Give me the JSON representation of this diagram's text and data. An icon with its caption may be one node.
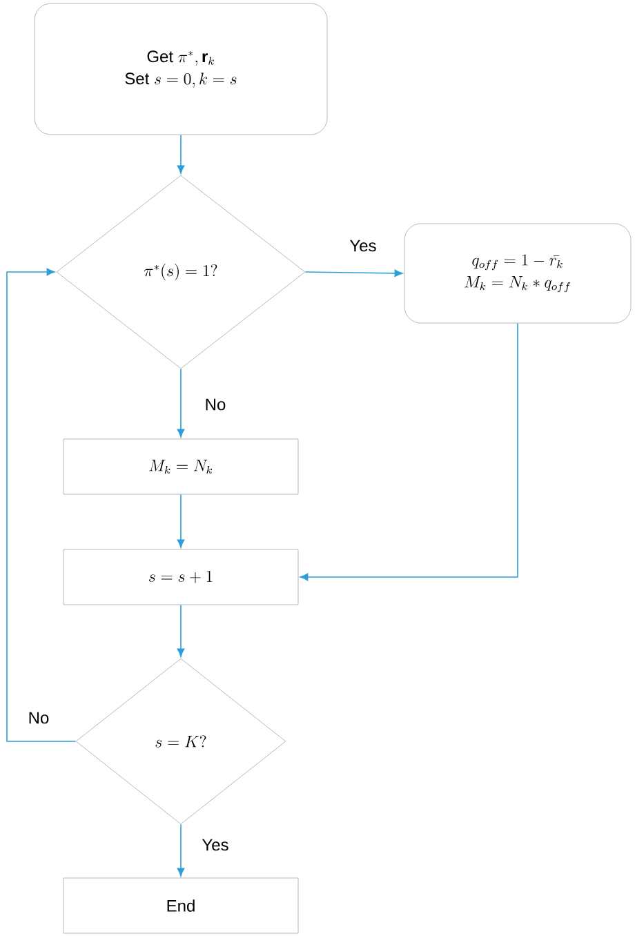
{
  "diagram": {
    "nodes": [
      {
        "text": [
          "\\text{Get } \\pi^{*}, \\mathbf{r}_k",
          "\\text{Set } s = 0, k = s"
        ]
      },
      {
        "text": [
          "\\pi^{*}(s) = 1?"
        ]
      },
      {
        "text": [
          "q_{off} = 1 - \\bar{r_k}",
          "M_k = N_k * q_{off}"
        ]
      },
      {
        "text": [
          "M_k = N_k"
        ]
      },
      {
        "text": [
          "s = s + 1"
        ]
      },
      {
        "text": [
          "s = K?"
        ]
      },
      {
        "text": [
          "End"
        ]
      }
    ],
    "edges": [
      {
        "from": 0,
        "to": 1,
        "arrow": "to"
      },
      {
        "from": 1,
        "to": 2,
        "arrow": "to",
        "label": "Yes"
      },
      {
        "from": 1,
        "to": 3,
        "arrow": "to",
        "label": "No"
      },
      {
        "from": 2,
        "to": 4,
        "arrow": "to"
      },
      {
        "from": 3,
        "to": 4,
        "arrow": "to"
      },
      {
        "from": 4,
        "to": 5,
        "arrow": "to"
      },
      {
        "from": 5,
        "to": 1,
        "arrow": "to",
        "label": "No"
      },
      {
        "from": 5,
        "to": 6,
        "arrow": "to",
        "label": "Yes"
      }
    ]
  }
}
